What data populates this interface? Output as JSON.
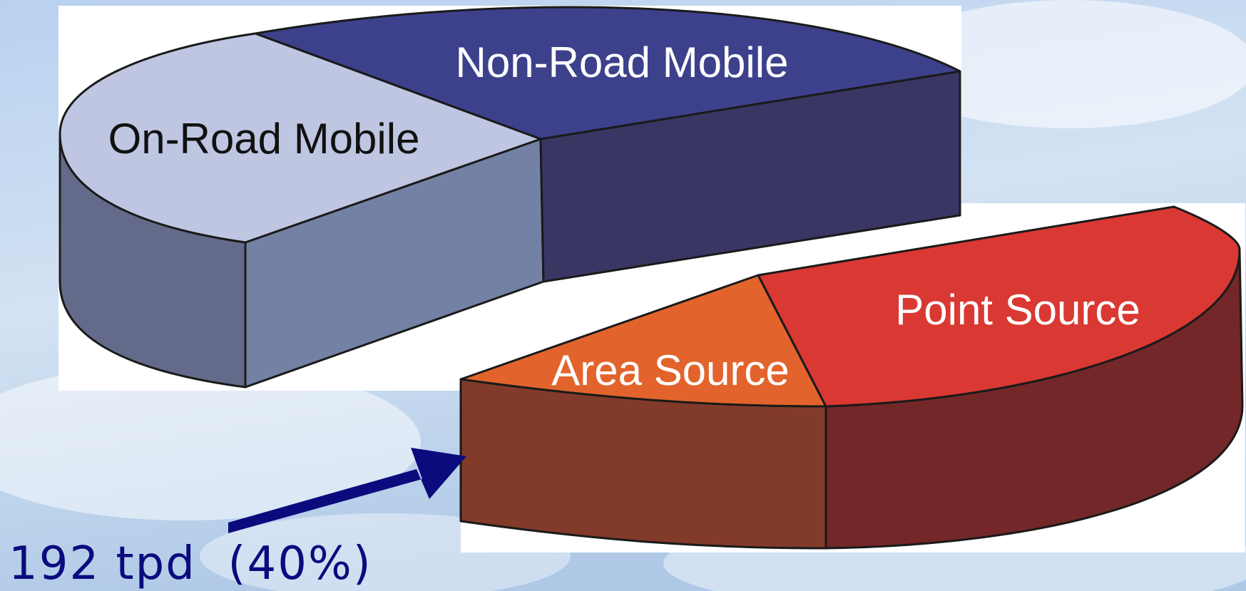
{
  "colors": {
    "on_road_top": "#bfc6e2",
    "on_road_side_left": "#646b8a",
    "on_road_side_right": "#7381a4",
    "non_road_top": "#3d418c",
    "non_road_side": "#3a3663",
    "area_top": "#e2642c",
    "area_side": "#823a2a",
    "point_top": "#da3832",
    "point_side": "#732729",
    "label_dark": "#111111",
    "label_light": "#ffffff",
    "annotation": "#0b0b7e"
  },
  "chart_data": [
    {
      "type": "pie",
      "title": "",
      "style": "3d-exploded",
      "slices": [
        {
          "label": "Non-Road Mobile",
          "label_color": "light"
        },
        {
          "label": "On-Road Mobile",
          "label_color": "dark"
        }
      ]
    },
    {
      "type": "pie",
      "title": "",
      "style": "3d-exploded",
      "slices": [
        {
          "label": "Area Source",
          "label_color": "light"
        },
        {
          "label": "Point Source",
          "label_color": "light"
        }
      ]
    }
  ],
  "annotation": {
    "text": "192 tpd  (40%)"
  }
}
